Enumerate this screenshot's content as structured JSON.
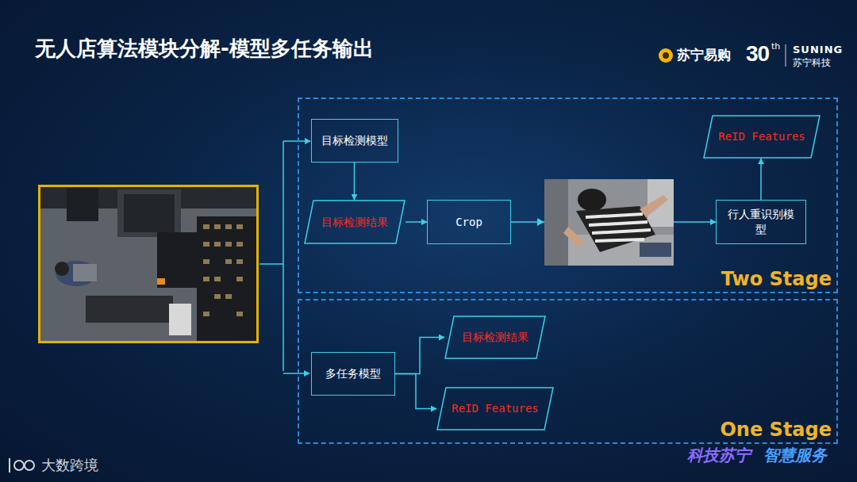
{
  "diagram": {
    "title": "无人店算法模块分解-模型多任务输出",
    "nodes": [
      {
        "text": [
          "Two Stage"
        ]
      },
      {
        "text": [
          "目标检测模型"
        ],
        "in": 0
      },
      {
        "text": [
          "目标检测结果"
        ],
        "in": 0
      },
      {
        "text": [
          "Crop"
        ],
        "in": 0
      },
      {
        "text": [
          "行人重识别模型"
        ],
        "in": 0
      },
      {
        "text": [
          "ReID Features"
        ],
        "in": 0
      },
      {
        "text": [
          "One Stage"
        ]
      },
      {
        "text": [
          "多任务模型"
        ],
        "in": 6
      },
      {
        "text": [
          "目标检测结果"
        ],
        "in": 6
      },
      {
        "text": [
          "ReID Features"
        ],
        "in": 6
      }
    ],
    "edges": [
      {
        "from": 1,
        "to": 2,
        "arrow": "to"
      },
      {
        "from": 2,
        "to": 3,
        "arrow": "to"
      },
      {
        "from": 3,
        "to": 4,
        "arrow": "to"
      },
      {
        "from": 4,
        "to": 5,
        "arrow": "to"
      },
      {
        "from": 7,
        "to": 8,
        "arrow": "to"
      },
      {
        "from": 7,
        "to": 9,
        "arrow": "to"
      }
    ],
    "labels": [
      "苏宁易购",
      "30",
      "th",
      "SUNING",
      "苏宁科技",
      "大数跨境",
      "科技苏宁",
      "智慧服务"
    ]
  }
}
